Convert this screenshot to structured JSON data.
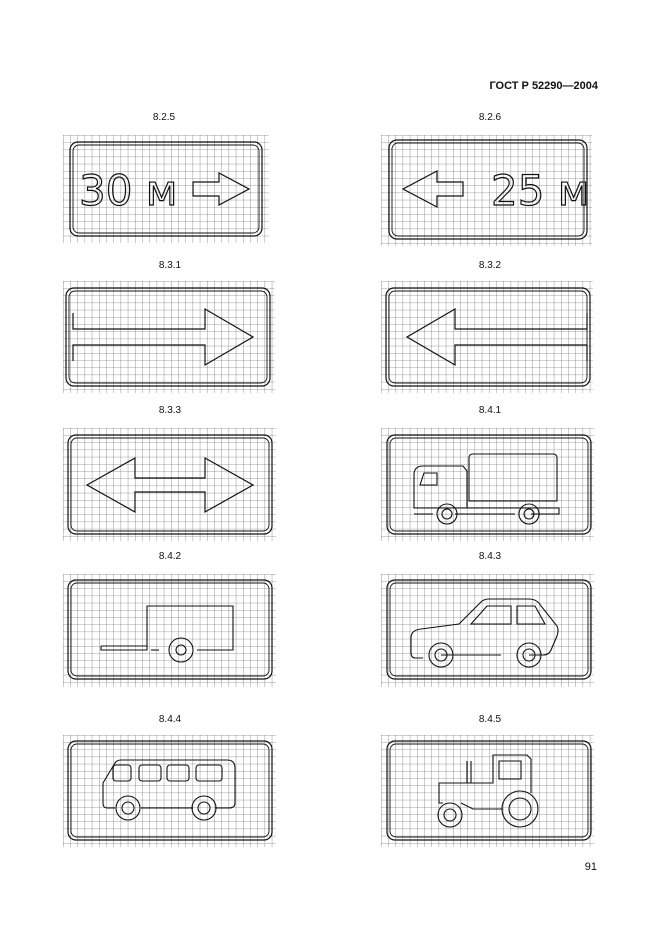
{
  "header": {
    "standard": "ГОСТ Р 52290—2004"
  },
  "footer": {
    "page_number": "91"
  },
  "signs": [
    {
      "id": "8.2.5",
      "pictogram": "distance-right",
      "text": "30 м"
    },
    {
      "id": "8.2.6",
      "pictogram": "distance-left",
      "text": "25 м"
    },
    {
      "id": "8.3.1",
      "pictogram": "direction-right"
    },
    {
      "id": "8.3.2",
      "pictogram": "direction-left"
    },
    {
      "id": "8.3.3",
      "pictogram": "direction-both"
    },
    {
      "id": "8.4.1",
      "pictogram": "truck-icon"
    },
    {
      "id": "8.4.2",
      "pictogram": "trailer-icon"
    },
    {
      "id": "8.4.3",
      "pictogram": "car-icon"
    },
    {
      "id": "8.4.4",
      "pictogram": "bus-icon"
    },
    {
      "id": "8.4.5",
      "pictogram": "tractor-icon"
    }
  ]
}
